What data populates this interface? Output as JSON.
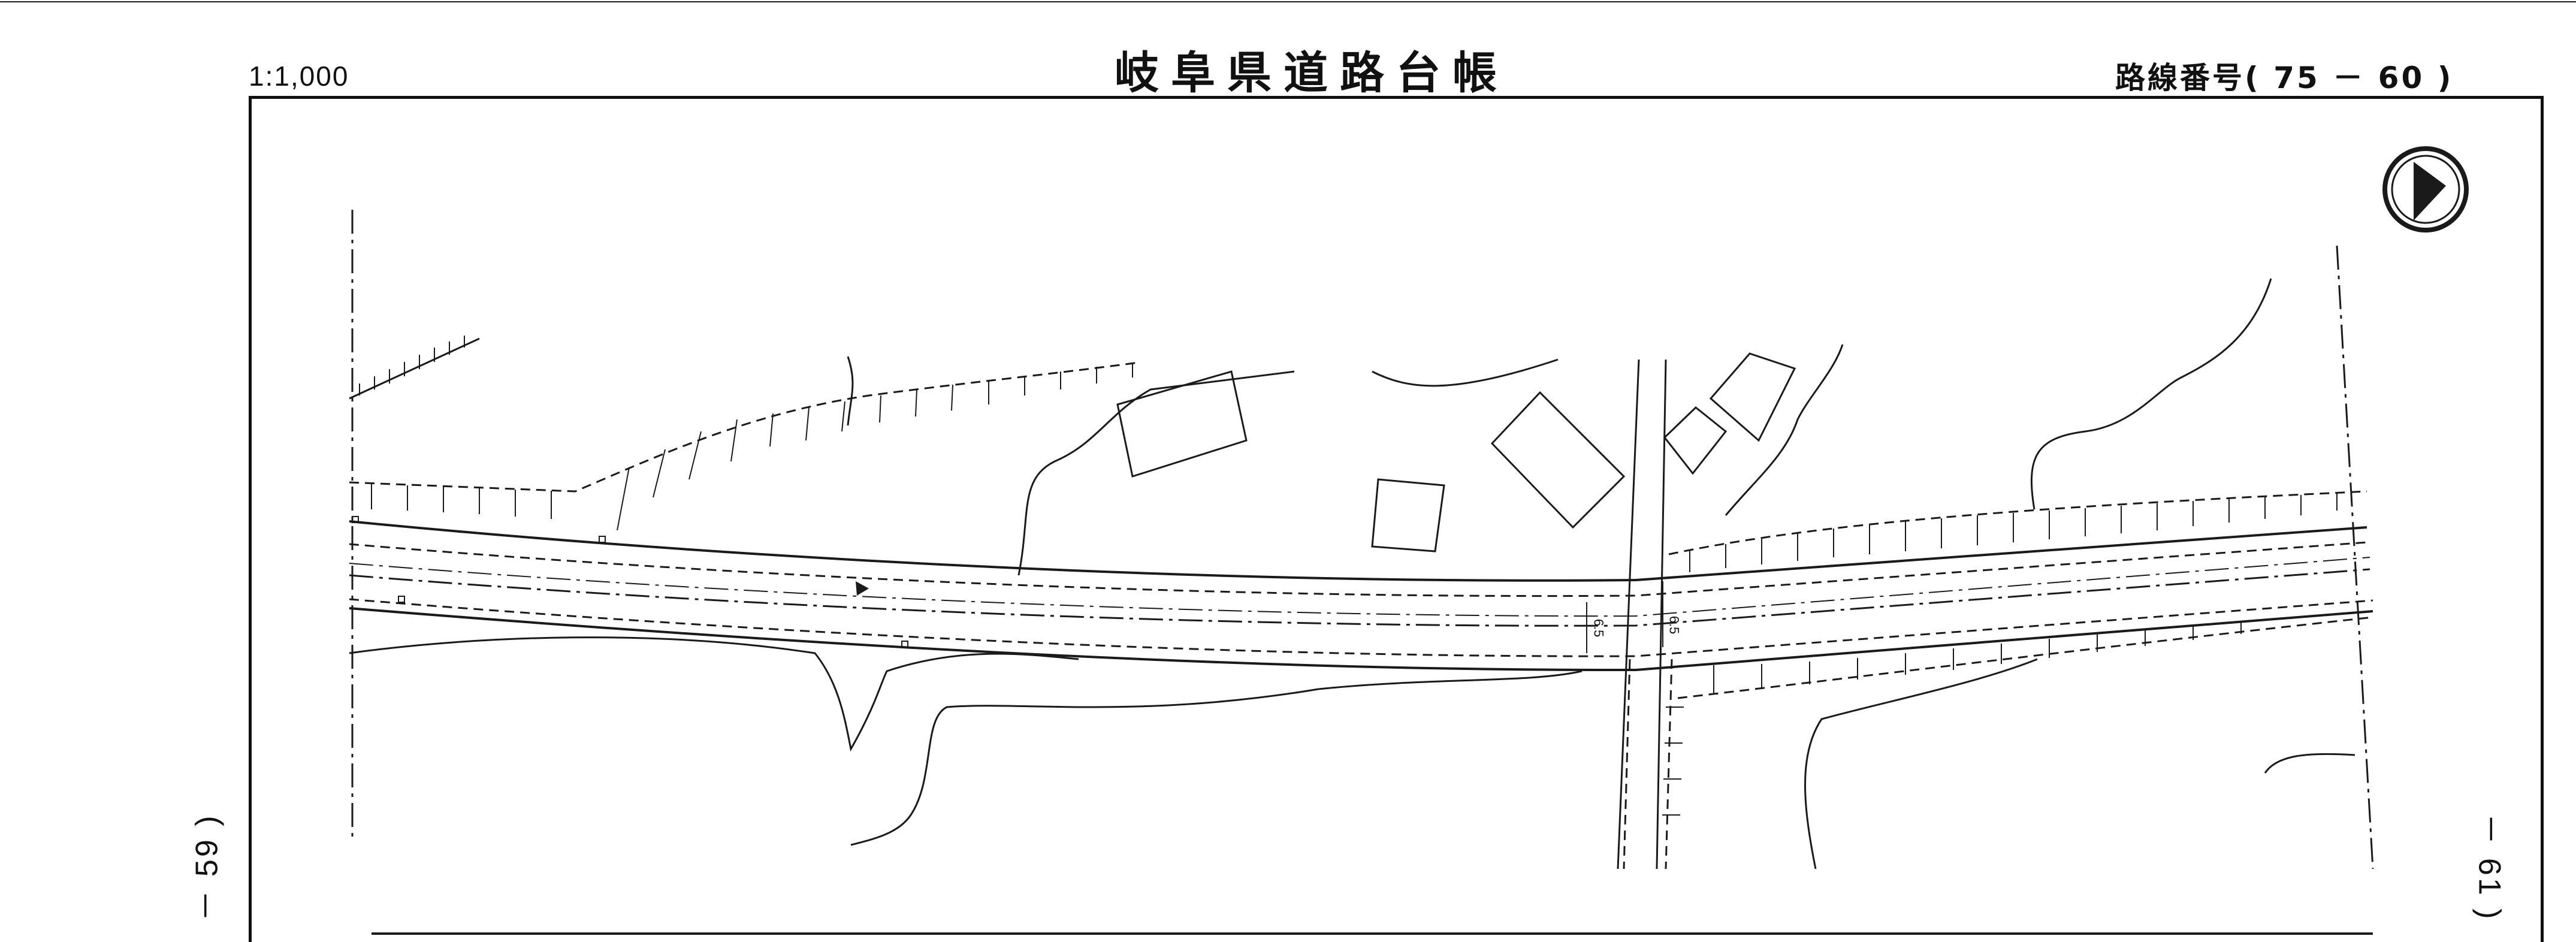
{
  "header": {
    "scale": "1:1,000",
    "title": "岐阜県道路台帳",
    "route_number": "路線番号( 75 － 60 )"
  },
  "side_refs": {
    "left": "－ 59 )",
    "right": "－ 61 )"
  },
  "map": {
    "dimension_labels": [
      "6.5",
      "6.5"
    ],
    "north_arrow": "north-arrow-icon",
    "line_color": "#1a1a1a"
  }
}
